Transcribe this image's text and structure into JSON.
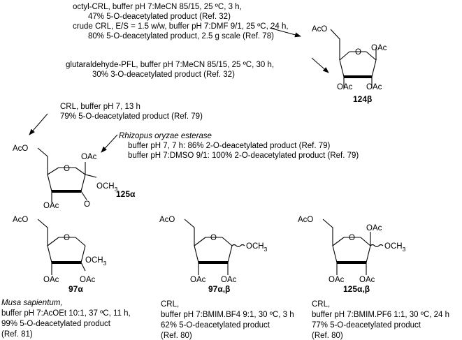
{
  "conditions": {
    "c1": [
      "octyl-CRL, buffer pH 7:MeCN 85/15, 25 ºC, 3 h,",
      "47% 5-O-deacetylated product (Ref. 32)"
    ],
    "c2": [
      "crude CRL, E/S = 1.5 w/w, buffer pH 7:DMF 9/1, 25 ºC, 24 h,",
      "80% 5-O-deacetylated product, 2.5 g scale (Ref. 78)"
    ],
    "c3": [
      "glutaraldehyde-PFL, buffer pH 7:MeCN 85/15, 25 ºC, 30 h,",
      "30% 3-O-deacetylated product (Ref. 32)"
    ],
    "c4": [
      "CRL, buffer pH 7, 13 h",
      "79% 5-O-deacetylated product (Ref. 79)"
    ],
    "c5": [
      "Rhizopus oryzae esterase",
      "buffer pH 7, 7 h: 86% 2-O-deacetylated product (Ref. 79)",
      "buffer pH 7:DMSO 9/1: 100% 2-O-deacetylated product (Ref. 79)"
    ],
    "c6": [
      "Musa sapientum,",
      "buffer pH 7:AcOEt 10:1, 37 ºC, 11 h,",
      "99% 5-O-deacetylated product",
      "(Ref. 81)"
    ],
    "c7": [
      "CRL,",
      "buffer pH 7:BMIM.BF4 9:1, 30 ºC, 3 h",
      "62% 5-O-deacetylated product",
      "(Ref. 80)"
    ],
    "c8": [
      "CRL,",
      "buffer pH 7:BMIM.PF6 1:1, 30 ºC, 24 h",
      "77% 5-O-deacetylated product",
      "(Ref. 80)"
    ]
  },
  "compounds": {
    "cmp124": "124β",
    "cmp125a": "125α",
    "cmp97a": "97α",
    "cmp97ab": "97α,β",
    "cmp125ab": "125α,β"
  },
  "atoms": {
    "AcO": "AcO",
    "OAc": "OAc",
    "O": "O",
    "OCH3": "OCH",
    "sub3": "3"
  }
}
